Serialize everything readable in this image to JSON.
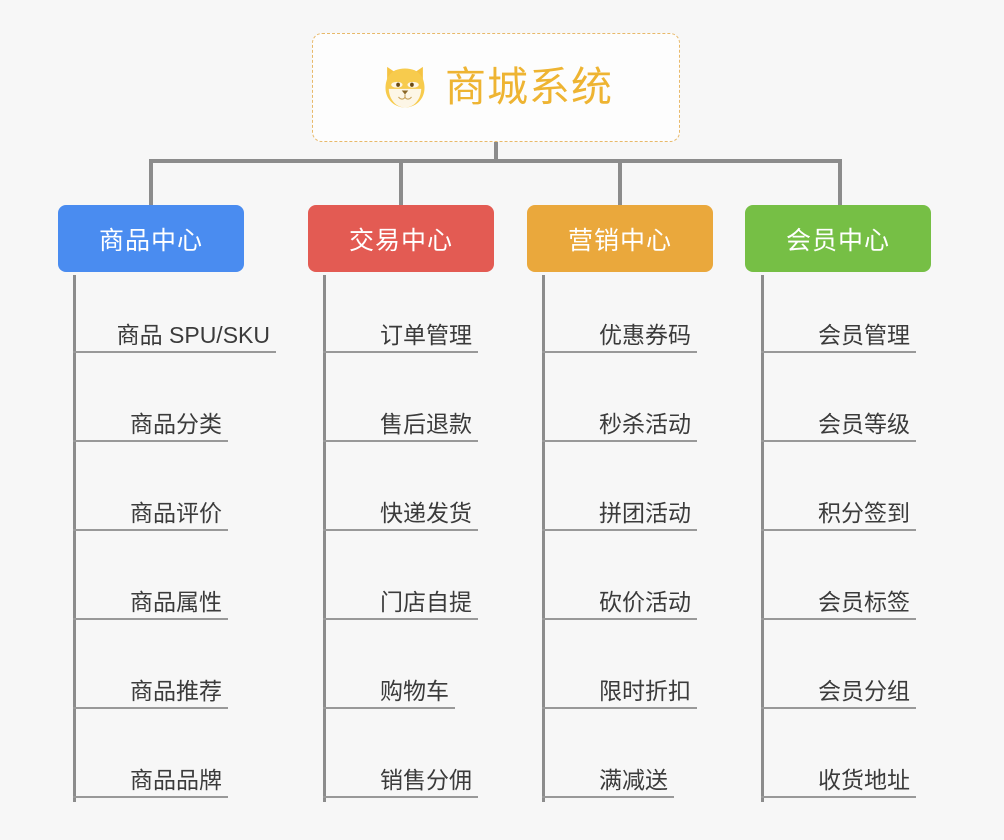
{
  "diagram": {
    "title": "商城系统",
    "root": {
      "label": "商城系统",
      "icon": "shiba-dog-face-icon",
      "text_color": "#eeb432",
      "border_color": "#e8b96a",
      "background": "#fdfdfd"
    },
    "background_color": "#f7f7f7",
    "connector_color": "#8c8c8c",
    "branches": [
      {
        "label": "商品中心",
        "color": "#4a8cf0",
        "items": [
          "商品 SPU/SKU",
          "商品分类",
          "商品评价",
          "商品属性",
          "商品推荐",
          "商品品牌"
        ]
      },
      {
        "label": "交易中心",
        "color": "#e35b53",
        "items": [
          "订单管理",
          "售后退款",
          "快递发货",
          "门店自提",
          "购物车",
          "销售分佣"
        ]
      },
      {
        "label": "营销中心",
        "color": "#eaa83c",
        "items": [
          "优惠券码",
          "秒杀活动",
          "拼团活动",
          "砍价活动",
          "限时折扣",
          "满减送"
        ]
      },
      {
        "label": "会员中心",
        "color": "#76bf45",
        "items": [
          "会员管理",
          "会员等级",
          "积分签到",
          "会员标签",
          "会员分组",
          "收货地址"
        ]
      }
    ]
  }
}
